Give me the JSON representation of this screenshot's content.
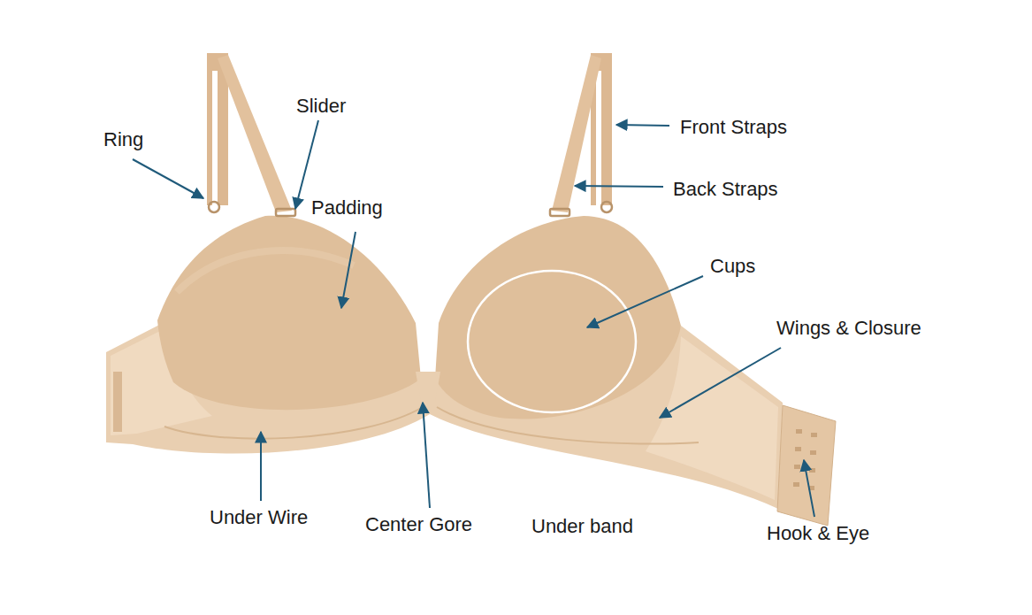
{
  "diagram": {
    "labels": [
      "Ring",
      "Slider",
      "Front Straps",
      "Padding",
      "Back Straps",
      "Cups",
      "Wings & Closure",
      "Under Wire",
      "Center Gore",
      "Under band",
      "Hook & Eye"
    ]
  }
}
